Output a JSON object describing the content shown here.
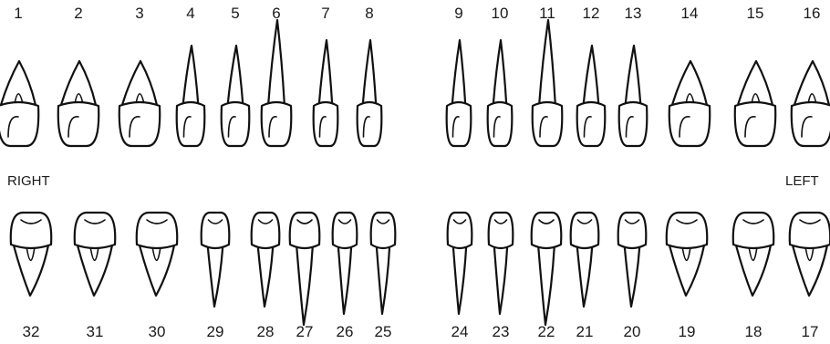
{
  "chart": {
    "side_left": "RIGHT",
    "side_right": "LEFT",
    "upper_teeth": [
      {
        "number": "1",
        "kind": "molar"
      },
      {
        "number": "2",
        "kind": "molar"
      },
      {
        "number": "3",
        "kind": "molar"
      },
      {
        "number": "4",
        "kind": "premolar"
      },
      {
        "number": "5",
        "kind": "premolar"
      },
      {
        "number": "6",
        "kind": "canine"
      },
      {
        "number": "7",
        "kind": "incisor"
      },
      {
        "number": "8",
        "kind": "incisor"
      },
      {
        "number": "9",
        "kind": "incisor"
      },
      {
        "number": "10",
        "kind": "incisor"
      },
      {
        "number": "11",
        "kind": "canine"
      },
      {
        "number": "12",
        "kind": "premolar"
      },
      {
        "number": "13",
        "kind": "premolar"
      },
      {
        "number": "14",
        "kind": "molar"
      },
      {
        "number": "15",
        "kind": "molar"
      },
      {
        "number": "16",
        "kind": "molar"
      }
    ],
    "lower_teeth": [
      {
        "number": "32",
        "kind": "molar"
      },
      {
        "number": "31",
        "kind": "molar"
      },
      {
        "number": "30",
        "kind": "molar"
      },
      {
        "number": "29",
        "kind": "premolar"
      },
      {
        "number": "28",
        "kind": "premolar"
      },
      {
        "number": "27",
        "kind": "canine"
      },
      {
        "number": "26",
        "kind": "incisor"
      },
      {
        "number": "25",
        "kind": "incisor"
      },
      {
        "number": "24",
        "kind": "incisor"
      },
      {
        "number": "23",
        "kind": "incisor"
      },
      {
        "number": "22",
        "kind": "canine"
      },
      {
        "number": "21",
        "kind": "premolar"
      },
      {
        "number": "20",
        "kind": "premolar"
      },
      {
        "number": "19",
        "kind": "molar"
      },
      {
        "number": "18",
        "kind": "molar"
      },
      {
        "number": "17",
        "kind": "molar"
      }
    ]
  }
}
